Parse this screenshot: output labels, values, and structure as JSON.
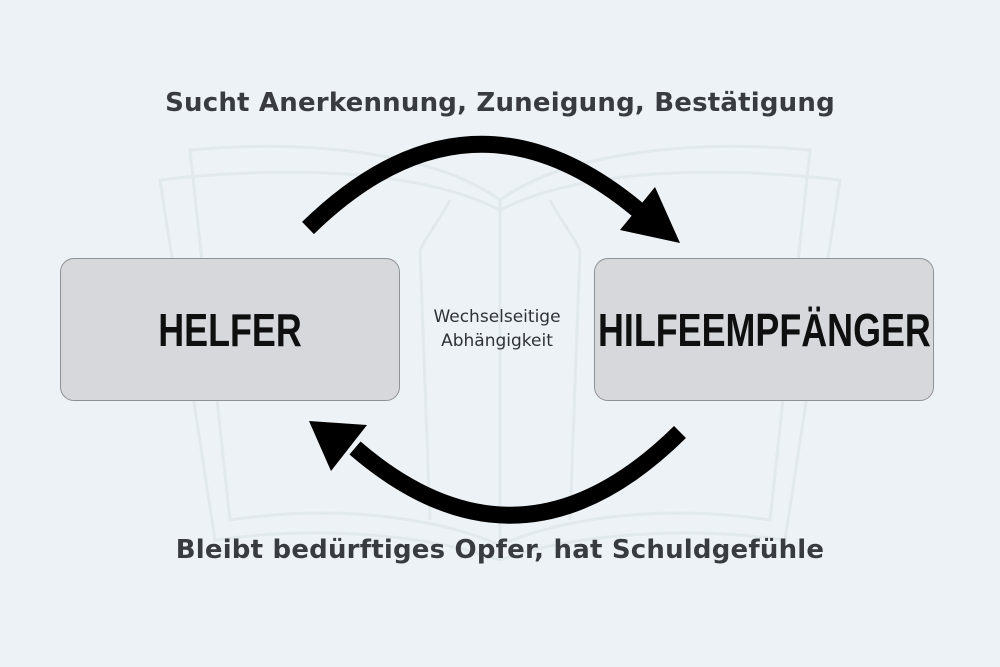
{
  "diagram": {
    "top_caption": "Sucht Anerkennung, Zuneigung, Bestätigung",
    "bottom_caption": "Bleibt bedürftiges Opfer, hat Schuldgefühle",
    "nodes": {
      "helper": "HELFER",
      "receiver": "HILFEEMPFÄNGER"
    },
    "center_label": {
      "line1": "Wechselseitige",
      "line2": "Abhängigkeit"
    },
    "edges": [
      {
        "from": "helper",
        "to": "receiver",
        "label_ref": "top_caption"
      },
      {
        "from": "receiver",
        "to": "helper",
        "label_ref": "bottom_caption"
      }
    ]
  },
  "colors": {
    "background": "#ecf2f5",
    "node_fill": "#d6d8db",
    "node_border": "#8e9196",
    "arrow": "#000000",
    "text": "#383b40"
  }
}
